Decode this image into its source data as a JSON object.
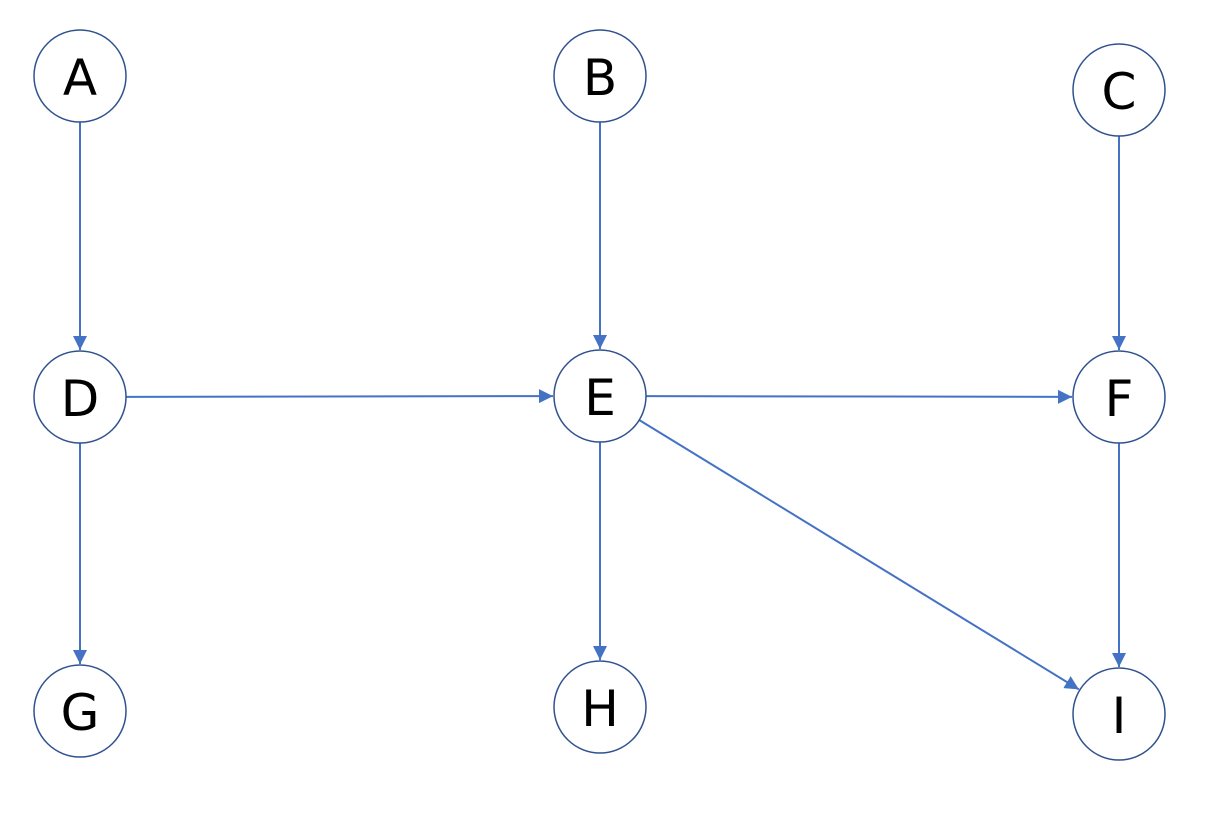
{
  "diagram": {
    "colors": {
      "node_stroke": "#2F528F",
      "edge": "#4472C4",
      "label": "#000000"
    },
    "nodes": [
      {
        "id": "A",
        "label": "A"
      },
      {
        "id": "B",
        "label": "B"
      },
      {
        "id": "C",
        "label": "C"
      },
      {
        "id": "D",
        "label": "D"
      },
      {
        "id": "E",
        "label": "E"
      },
      {
        "id": "F",
        "label": "F"
      },
      {
        "id": "G",
        "label": "G"
      },
      {
        "id": "H",
        "label": "H"
      },
      {
        "id": "I",
        "label": "I"
      }
    ],
    "edges": [
      {
        "from": "A",
        "to": "D"
      },
      {
        "from": "B",
        "to": "E"
      },
      {
        "from": "C",
        "to": "F"
      },
      {
        "from": "D",
        "to": "E"
      },
      {
        "from": "E",
        "to": "F"
      },
      {
        "from": "D",
        "to": "G"
      },
      {
        "from": "E",
        "to": "H"
      },
      {
        "from": "E",
        "to": "I"
      },
      {
        "from": "F",
        "to": "I"
      }
    ]
  }
}
